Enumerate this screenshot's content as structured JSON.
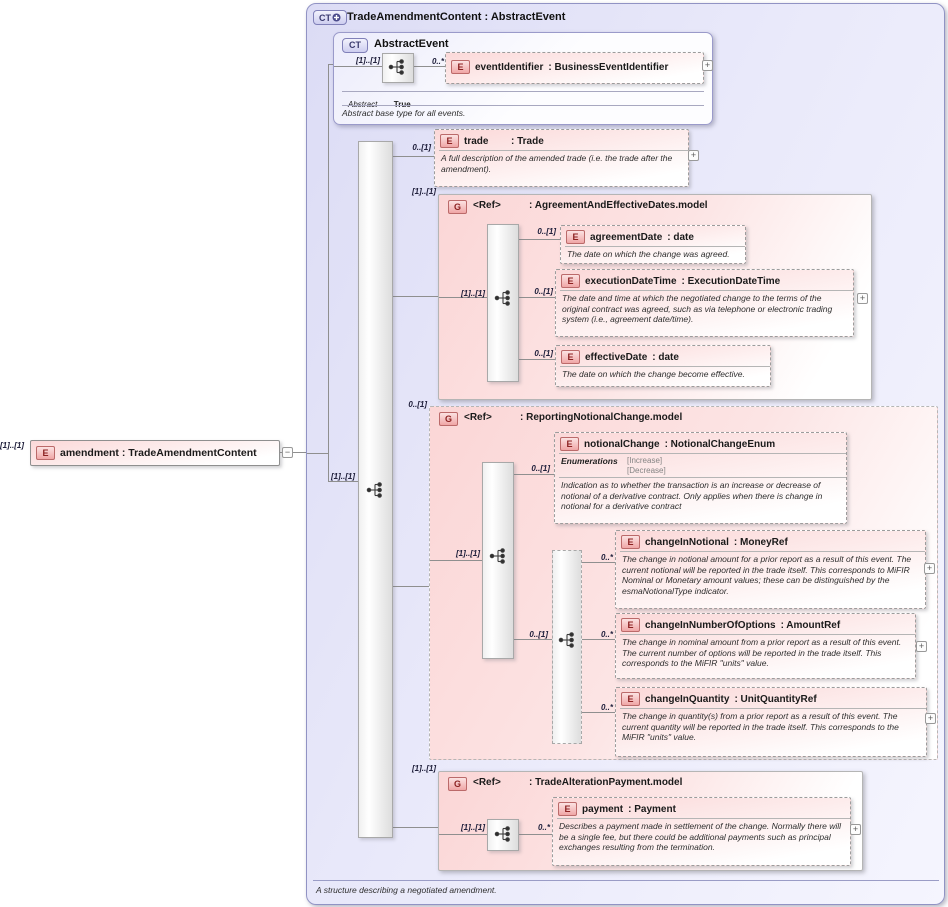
{
  "colors": {
    "lavender_fill": "#e3e3f8",
    "lavender_border": "#9193c4",
    "pink_fill": "#fbd6d6",
    "badge_red_border": "#bb6a6a",
    "badge_red_text": "#8c2222",
    "connector": "#8f8f8f"
  },
  "root": {
    "badge": "CT",
    "title": "TradeAmendmentContent : AbstractEvent",
    "seq_cardinality": "[1]..[1]",
    "footer": "A structure describing a negotiated amendment."
  },
  "amendment": {
    "cardinality": "[1]..[1]",
    "badge": "E",
    "label": "amendment : TradeAmendmentContent",
    "collapse_glyph": "−"
  },
  "abstract_event": {
    "badge": "CT",
    "title": "AbstractEvent",
    "cardinality": "[1]..[1]",
    "event_identifier": {
      "cardinality": "0..*",
      "badge": "E",
      "name": "eventIdentifier",
      "type": ": BusinessEventIdentifier",
      "expand_glyph": "+"
    },
    "property_label": "Abstract",
    "property_value": "True",
    "description": "Abstract base type for all events."
  },
  "trade": {
    "cardinality": "0..[1]",
    "badge": "E",
    "name": "trade",
    "type": ": Trade",
    "description": "A full description of the amended trade (i.e. the trade after the amendment).",
    "expand_glyph": "+"
  },
  "agreement_dates_group": {
    "cardinality": "[1]..[1]",
    "badge": "G",
    "name": "<Ref>",
    "type": ": AgreementAndEffectiveDates.model",
    "seq_cardinality": "[1]..[1]",
    "agreement_date": {
      "cardinality": "0..[1]",
      "badge": "E",
      "name": "agreementDate",
      "type": ": date",
      "description": "The date on which the change was agreed."
    },
    "execution_date_time": {
      "cardinality": "0..[1]",
      "badge": "E",
      "name": "executionDateTime",
      "type": ": ExecutionDateTime",
      "description": "The date and time at which the negotiated change to the terms of the original contract was agreed, such as via telephone or electronic trading system (i.e., agreement date/time).",
      "expand_glyph": "+"
    },
    "effective_date": {
      "cardinality": "0..[1]",
      "badge": "E",
      "name": "effectiveDate",
      "type": ": date",
      "description": "The date on which the change become effective."
    }
  },
  "reporting_notional_change_group": {
    "cardinality": "0..[1]",
    "badge": "G",
    "name": "<Ref>",
    "type": ": ReportingNotionalChange.model",
    "seq_cardinality": "[1]..[1]",
    "inner_seq_cardinality": "0..[1]",
    "notional_change": {
      "cardinality": "0..[1]",
      "badge": "E",
      "name": "notionalChange",
      "type": ": NotionalChangeEnum",
      "enumerations_label": "Enumerations",
      "enumerations": [
        "[Increase]",
        "[Decrease]"
      ],
      "description": "Indication as to whether the transaction is an increase or decrease of notional of a derivative contract. Only applies when there is change in notional for a derivative contract"
    },
    "change_in_notional": {
      "cardinality": "0..*",
      "badge": "E",
      "name": "changeInNotional",
      "type": ": MoneyRef",
      "description": "The change in notional amount for a prior report as a result of this event. The current notional will be reported in the trade itself. This corresponds to MiFIR Nominal or Monetary amount values; these can be distinguished by the esmaNotionalType indicator.",
      "expand_glyph": "+"
    },
    "change_in_number_of_options": {
      "cardinality": "0..*",
      "badge": "E",
      "name": "changeInNumberOfOptions",
      "type": ": AmountRef",
      "description": "The change in nominal amount from a prior report as a result of this event. The current number of options will be reported in the trade itself. This corresponds to the MiFIR \"units\" value.",
      "expand_glyph": "+"
    },
    "change_in_quantity": {
      "cardinality": "0..*",
      "badge": "E",
      "name": "changeInQuantity",
      "type": ": UnitQuantityRef",
      "description": "The change in quantity(s) from a prior report as a result of this event. The current quantity will be reported in the trade itself. This corresponds to the MiFIR \"units\" value.",
      "expand_glyph": "+"
    }
  },
  "payment_group": {
    "cardinality": "[1]..[1]",
    "badge": "G",
    "name": "<Ref>",
    "type": ": TradeAlterationPayment.model",
    "seq_cardinality": "[1]..[1]",
    "payment": {
      "cardinality": "0..*",
      "badge": "E",
      "name": "payment",
      "type": ": Payment",
      "description": "Describes a payment made in settlement of the change. Normally there will be a single fee, but there could be additional payments such as principal exchanges resulting from the termination.",
      "expand_glyph": "+"
    }
  }
}
